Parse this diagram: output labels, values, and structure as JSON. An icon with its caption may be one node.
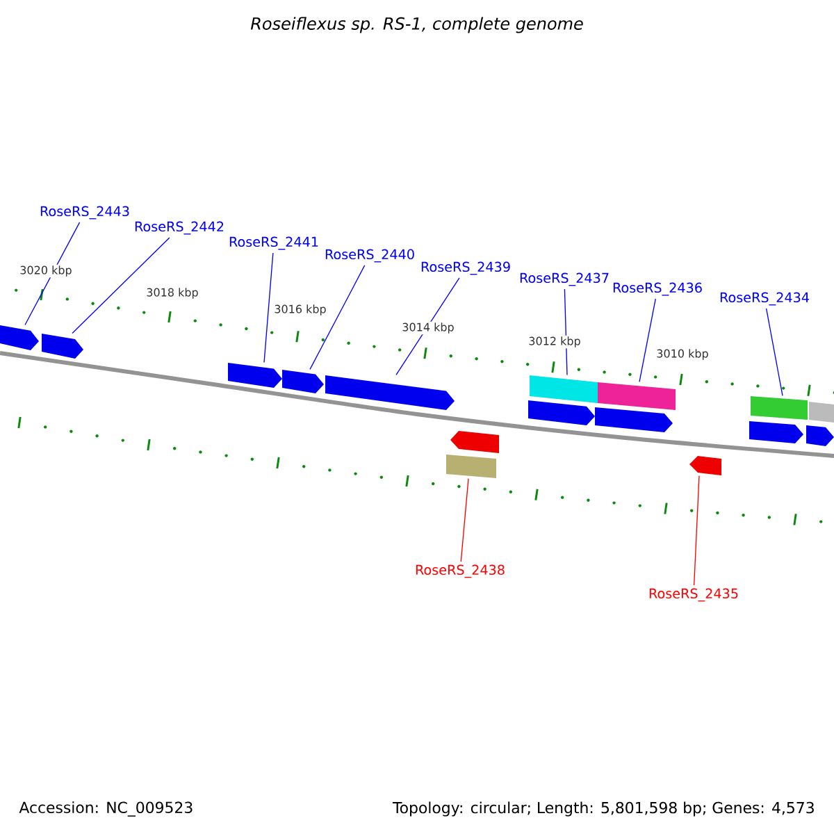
{
  "diagram": {
    "title": "Roseiflexus sp. RS-1, complete genome",
    "nodes": [
      {
        "text": [
          "RoseRS_2443"
        ]
      },
      {
        "text": [
          "RoseRS_2442"
        ]
      },
      {
        "text": [
          "RoseRS_2441"
        ]
      },
      {
        "text": [
          "RoseRS_2440"
        ]
      },
      {
        "text": [
          "RoseRS_2439"
        ]
      },
      {
        "text": [
          "RoseRS_2437"
        ]
      },
      {
        "text": [
          "RoseRS_2436"
        ]
      },
      {
        "text": [
          "RoseRS_2434"
        ]
      },
      {
        "text": [
          "RoseRS_2438"
        ]
      },
      {
        "text": [
          "RoseRS_2435"
        ]
      },
      {
        "text": [],
        "shape": "pentagon"
      },
      {
        "text": [],
        "shape": "pentagon"
      },
      {
        "text": [],
        "shape": "pentagon"
      },
      {
        "text": [],
        "shape": "pentagon"
      },
      {
        "text": [],
        "shape": "pentagon"
      },
      {
        "text": [],
        "shape": "box"
      },
      {
        "text": [],
        "shape": "pentagon"
      },
      {
        "text": [],
        "shape": "pentagon"
      },
      {
        "text": [],
        "shape": "box"
      },
      {
        "text": [],
        "shape": "pentagon"
      },
      {
        "text": [],
        "shape": "box"
      },
      {
        "text": [],
        "shape": "pentagon"
      },
      {
        "text": [],
        "shape": "pentagon"
      },
      {
        "text": [],
        "shape": "box"
      },
      {
        "text": [],
        "shape": "pentagon"
      },
      {
        "text": [],
        "shape": "box"
      }
    ],
    "edges": [
      {
        "from": 0,
        "to": 10,
        "arrow": "none"
      },
      {
        "from": 1,
        "to": 11,
        "arrow": "none"
      },
      {
        "from": 2,
        "to": 12,
        "arrow": "none"
      },
      {
        "from": 3,
        "to": 13,
        "arrow": "none"
      },
      {
        "from": 4,
        "to": 14,
        "arrow": "none"
      },
      {
        "from": 5,
        "to": 18,
        "arrow": "none"
      },
      {
        "from": 6,
        "to": 20,
        "arrow": "none"
      },
      {
        "from": 7,
        "to": 23,
        "arrow": "none"
      },
      {
        "from": 8,
        "to": 15,
        "arrow": "none",
        "color": "#ff0000"
      },
      {
        "from": 9,
        "to": 21,
        "arrow": "none",
        "color": "#ff0000"
      }
    ],
    "labels": [
      "3020 kbp",
      "3018 kbp",
      "3016 kbp",
      "3014 kbp",
      "3012 kbp",
      "3010 kbp",
      "Accession: NC_009523",
      "Topology: circular; Length: 5,801,598 bp; Genes: 4,573"
    ]
  }
}
